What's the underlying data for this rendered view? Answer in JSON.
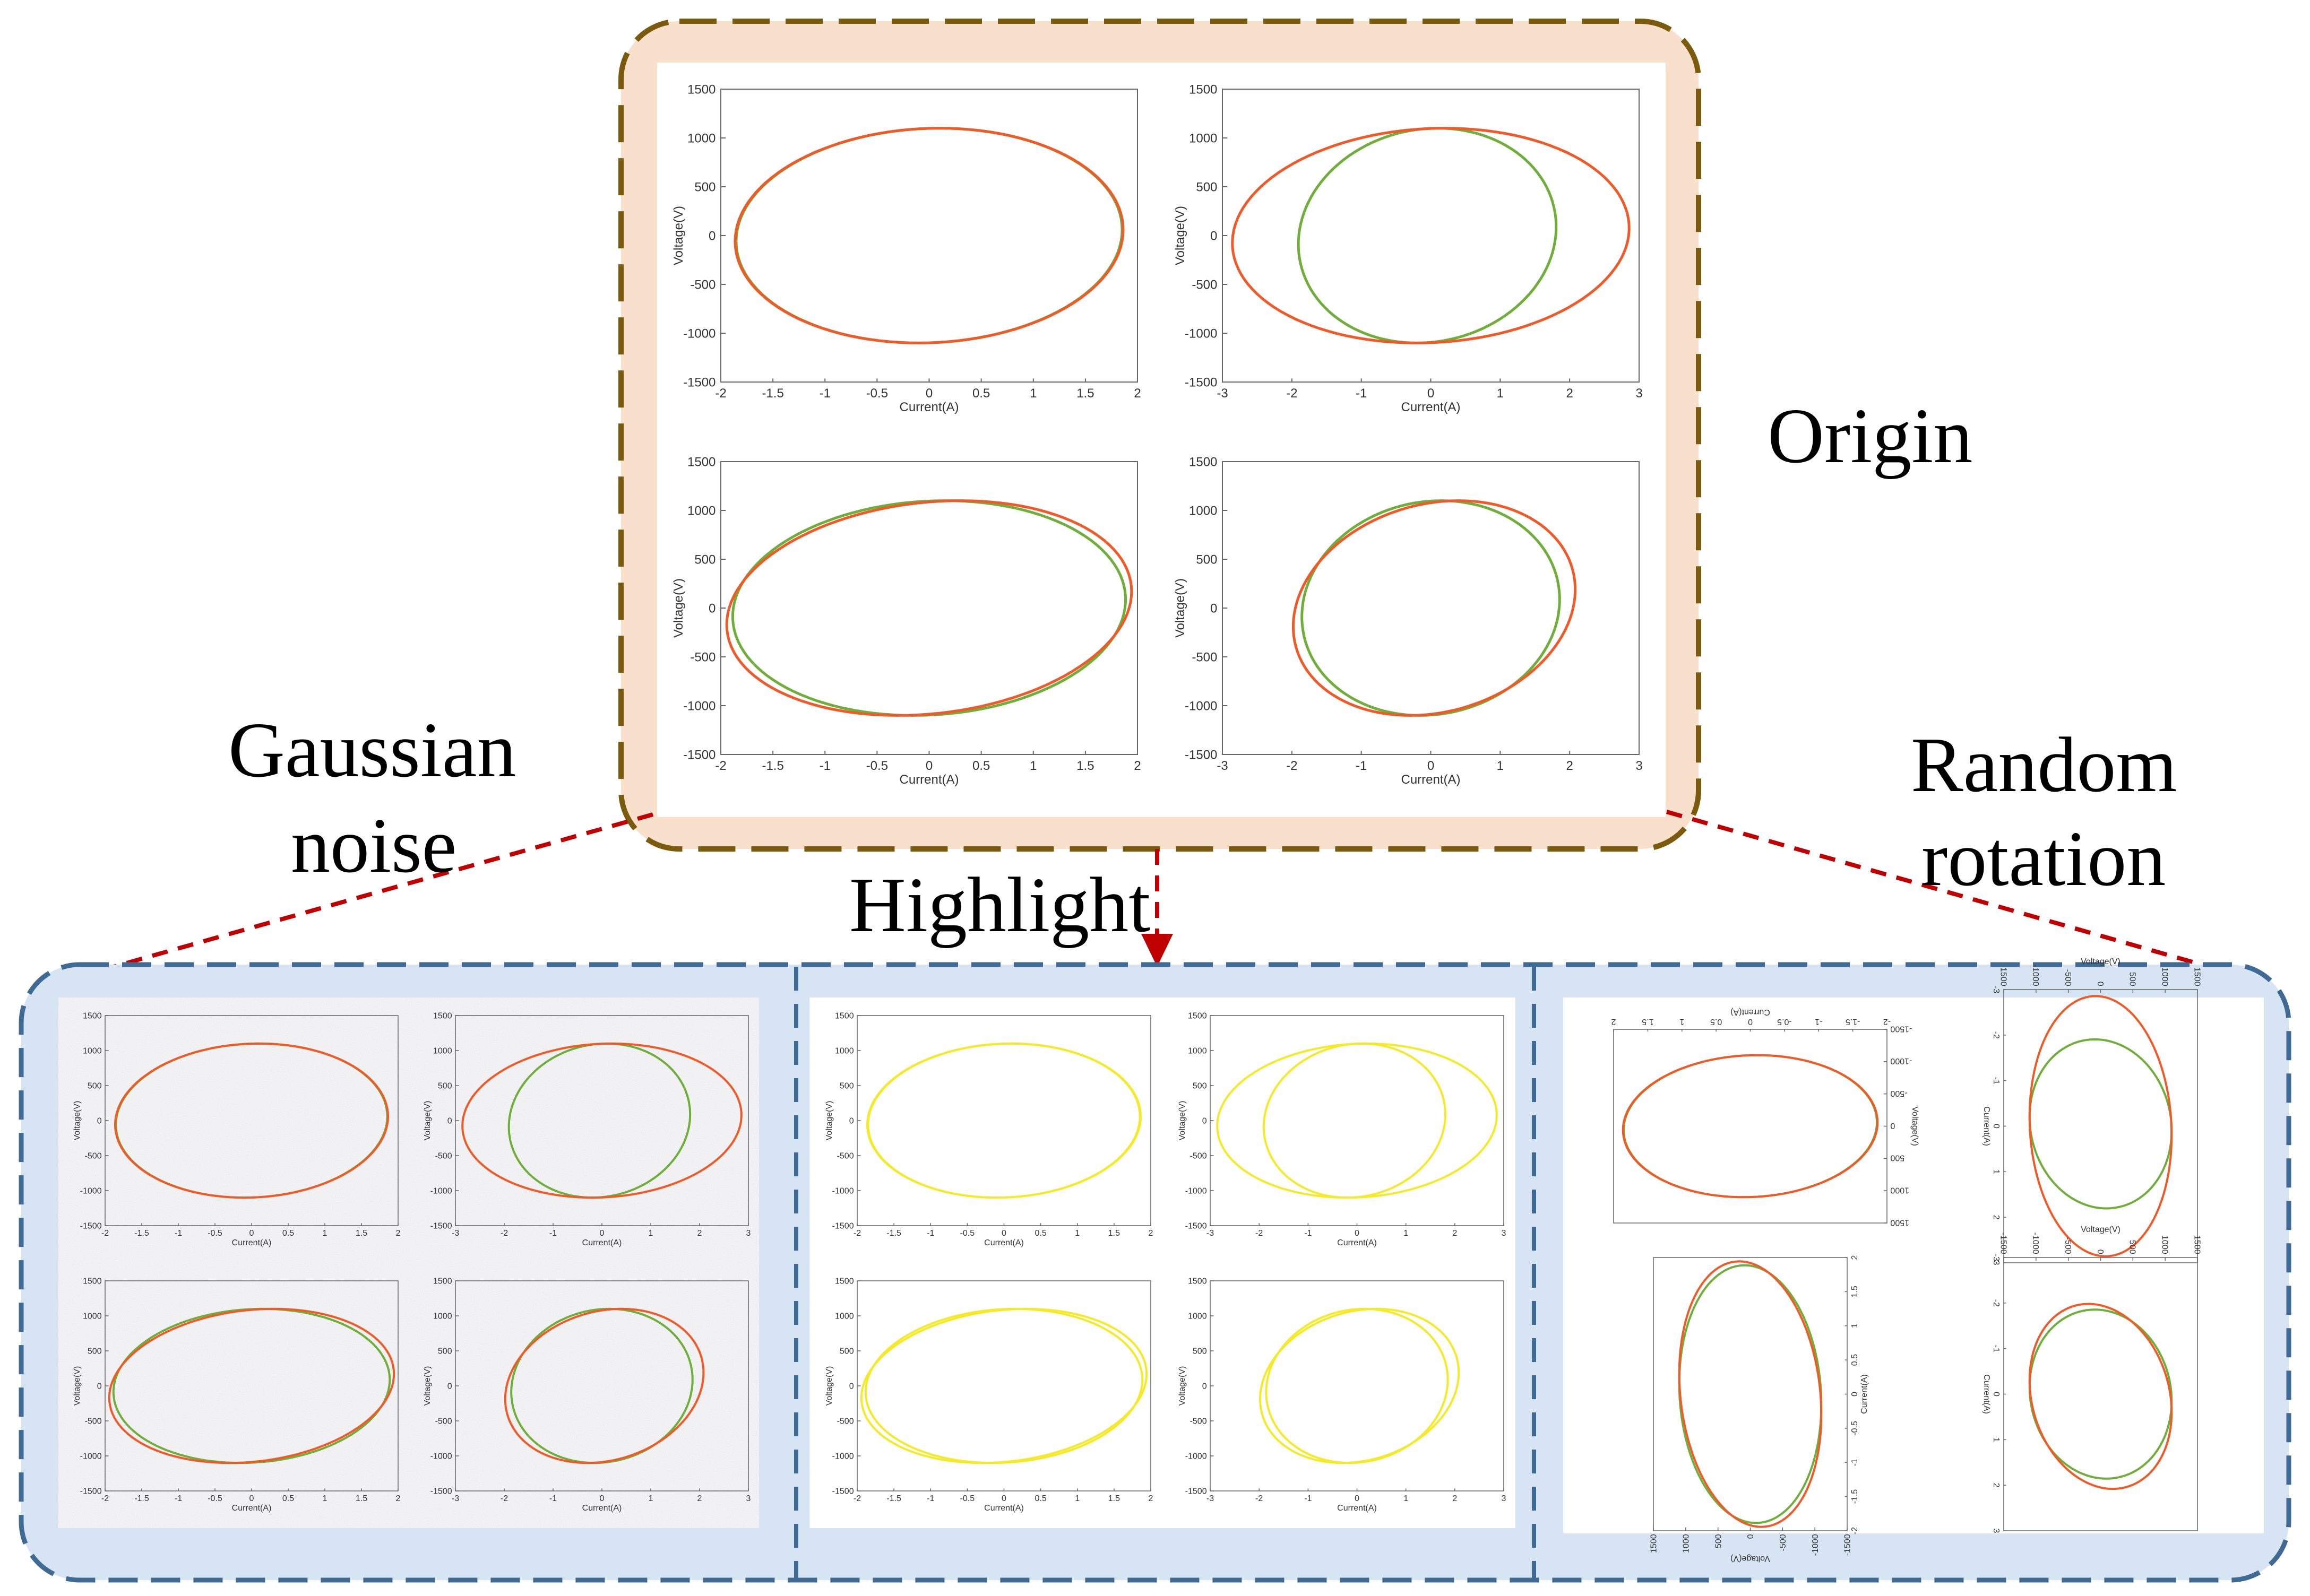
{
  "labels": {
    "origin": "Origin",
    "gaussian_line1": "Gaussian",
    "gaussian_line2": "noise",
    "highlight": "Highlight",
    "random_line1": "Random",
    "random_line2": "rotation"
  },
  "colors": {
    "top_box_fill": "#f9e0cd",
    "top_box_border": "#7a5a0c",
    "bottom_box_fill": "#d6e4f3",
    "bottom_box_border": "#3f6a94",
    "arrow": "#c00000",
    "series_green": "#6fae3a",
    "series_red": "#f05a28",
    "series_yellow": "#f5ea2a",
    "axis": "#555555"
  },
  "chart_data": [
    {
      "type": "line",
      "panel": "origin-1",
      "xlabel": "Current(A)",
      "ylabel": "Voltage(V)",
      "xlim": [
        -2,
        2
      ],
      "ylim": [
        -1500,
        1500
      ],
      "xticks": [
        "-2",
        "-1.5",
        "-1",
        "-0.5",
        "0",
        "0.5",
        "1",
        "1.5",
        "2"
      ],
      "yticks": [
        "1500",
        "1000",
        "500",
        "0",
        "-500",
        "-1000",
        "-1500"
      ],
      "series": [
        {
          "color": "green",
          "cx": 0,
          "cy": 0,
          "rx": 1.85,
          "ry": 1100,
          "skew": 0.1
        },
        {
          "color": "red",
          "cx": 0,
          "cy": 0,
          "rx": 1.86,
          "ry": 1100,
          "skew": 0.1
        }
      ]
    },
    {
      "type": "line",
      "panel": "origin-2",
      "xlabel": "Current(A)",
      "ylabel": "Voltage(V)",
      "xlim": [
        -3,
        3
      ],
      "ylim": [
        -1500,
        1500
      ],
      "xticks": [
        "-3",
        "-2",
        "-1",
        "0",
        "1",
        "2",
        "3"
      ],
      "yticks": [
        "1500",
        "1000",
        "500",
        "0",
        "-500",
        "-1000",
        "-1500"
      ],
      "series": [
        {
          "color": "green",
          "cx": -0.05,
          "cy": 0,
          "rx": 1.85,
          "ry": 1100,
          "skew": 0.15
        },
        {
          "color": "red",
          "cx": 0,
          "cy": 0,
          "rx": 2.85,
          "ry": 1100,
          "skew": 0.2
        }
      ]
    },
    {
      "type": "line",
      "panel": "origin-3",
      "xlabel": "Current(A)",
      "ylabel": "Voltage(V)",
      "xlim": [
        -2,
        2
      ],
      "ylim": [
        -1500,
        1500
      ],
      "xticks": [
        "-2",
        "-1.5",
        "-1",
        "-0.5",
        "0",
        "0.5",
        "1",
        "1.5",
        "2"
      ],
      "yticks": [
        "1500",
        "1000",
        "500",
        "0",
        "-500",
        "-1000",
        "-1500"
      ],
      "series": [
        {
          "color": "green",
          "cx": 0,
          "cy": 0,
          "rx": 1.88,
          "ry": 1100,
          "skew": 0.15
        },
        {
          "color": "red",
          "cx": 0,
          "cy": 0,
          "rx": 1.92,
          "ry": 1100,
          "skew": 0.3
        }
      ]
    },
    {
      "type": "line",
      "panel": "origin-4",
      "xlabel": "Current(A)",
      "ylabel": "Voltage(V)",
      "xlim": [
        -3,
        3
      ],
      "ylim": [
        -1500,
        1500
      ],
      "xticks": [
        "-3",
        "-2",
        "-1",
        "0",
        "1",
        "2",
        "3"
      ],
      "yticks": [
        "1500",
        "1000",
        "500",
        "0",
        "-500",
        "-1000",
        "-1500"
      ],
      "series": [
        {
          "color": "green",
          "cx": 0,
          "cy": 0,
          "rx": 1.85,
          "ry": 1100,
          "skew": 0.15
        },
        {
          "color": "red",
          "cx": 0.05,
          "cy": 0,
          "rx": 2.0,
          "ry": 1100,
          "skew": 0.35
        }
      ]
    }
  ]
}
